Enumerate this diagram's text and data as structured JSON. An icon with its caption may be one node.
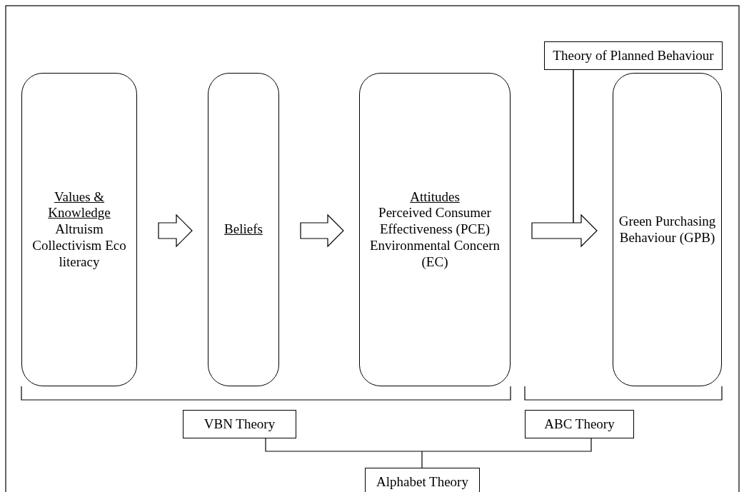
{
  "diagram": {
    "nodes": [
      {
        "text": [
          "Values & Knowledge",
          "Altruism Collectivism Eco literacy"
        ]
      },
      {
        "text": [
          "Beliefs"
        ]
      },
      {
        "text": [
          "Attitudes",
          "Perceived Consumer Effectiveness (PCE) Environmental Concern (EC)"
        ]
      },
      {
        "text": [
          "Green Purchasing Behaviour (GPB)"
        ]
      },
      {
        "text": [
          "Theory of Planned Behaviour"
        ]
      },
      {
        "text": [
          "VBN Theory"
        ]
      },
      {
        "text": [
          "ABC Theory"
        ]
      },
      {
        "text": [
          "Alphabet Theory"
        ]
      }
    ],
    "edges": [
      {
        "from": 0,
        "to": 1,
        "arrow": "to"
      },
      {
        "from": 1,
        "to": 2,
        "arrow": "to"
      },
      {
        "from": 2,
        "to": 3,
        "arrow": "to"
      },
      {
        "from": 4,
        "to": null,
        "arrow": "none"
      }
    ]
  }
}
